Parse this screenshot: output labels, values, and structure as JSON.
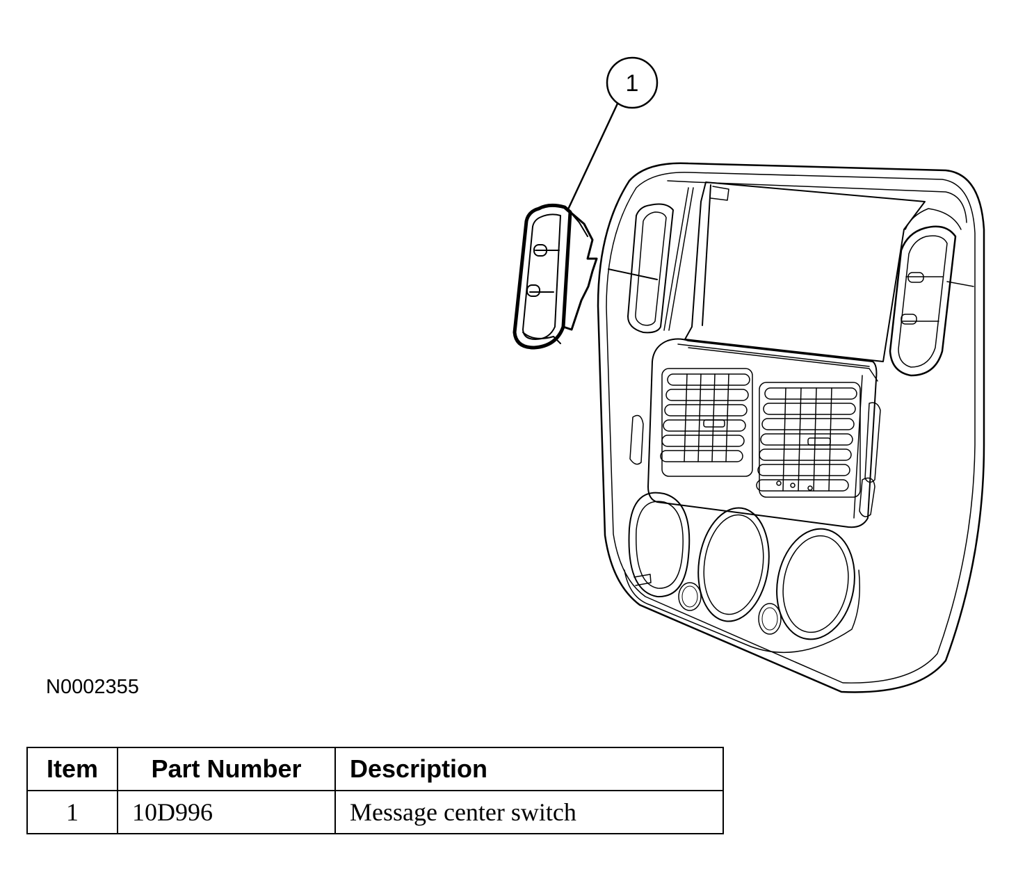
{
  "diagram": {
    "callout": "1",
    "figure_id": "N0002355"
  },
  "table": {
    "headers": {
      "item": "Item",
      "part_number": "Part Number",
      "description": "Description"
    },
    "rows": [
      {
        "item": "1",
        "part_number": "10D996",
        "description": "Message center switch"
      }
    ]
  }
}
